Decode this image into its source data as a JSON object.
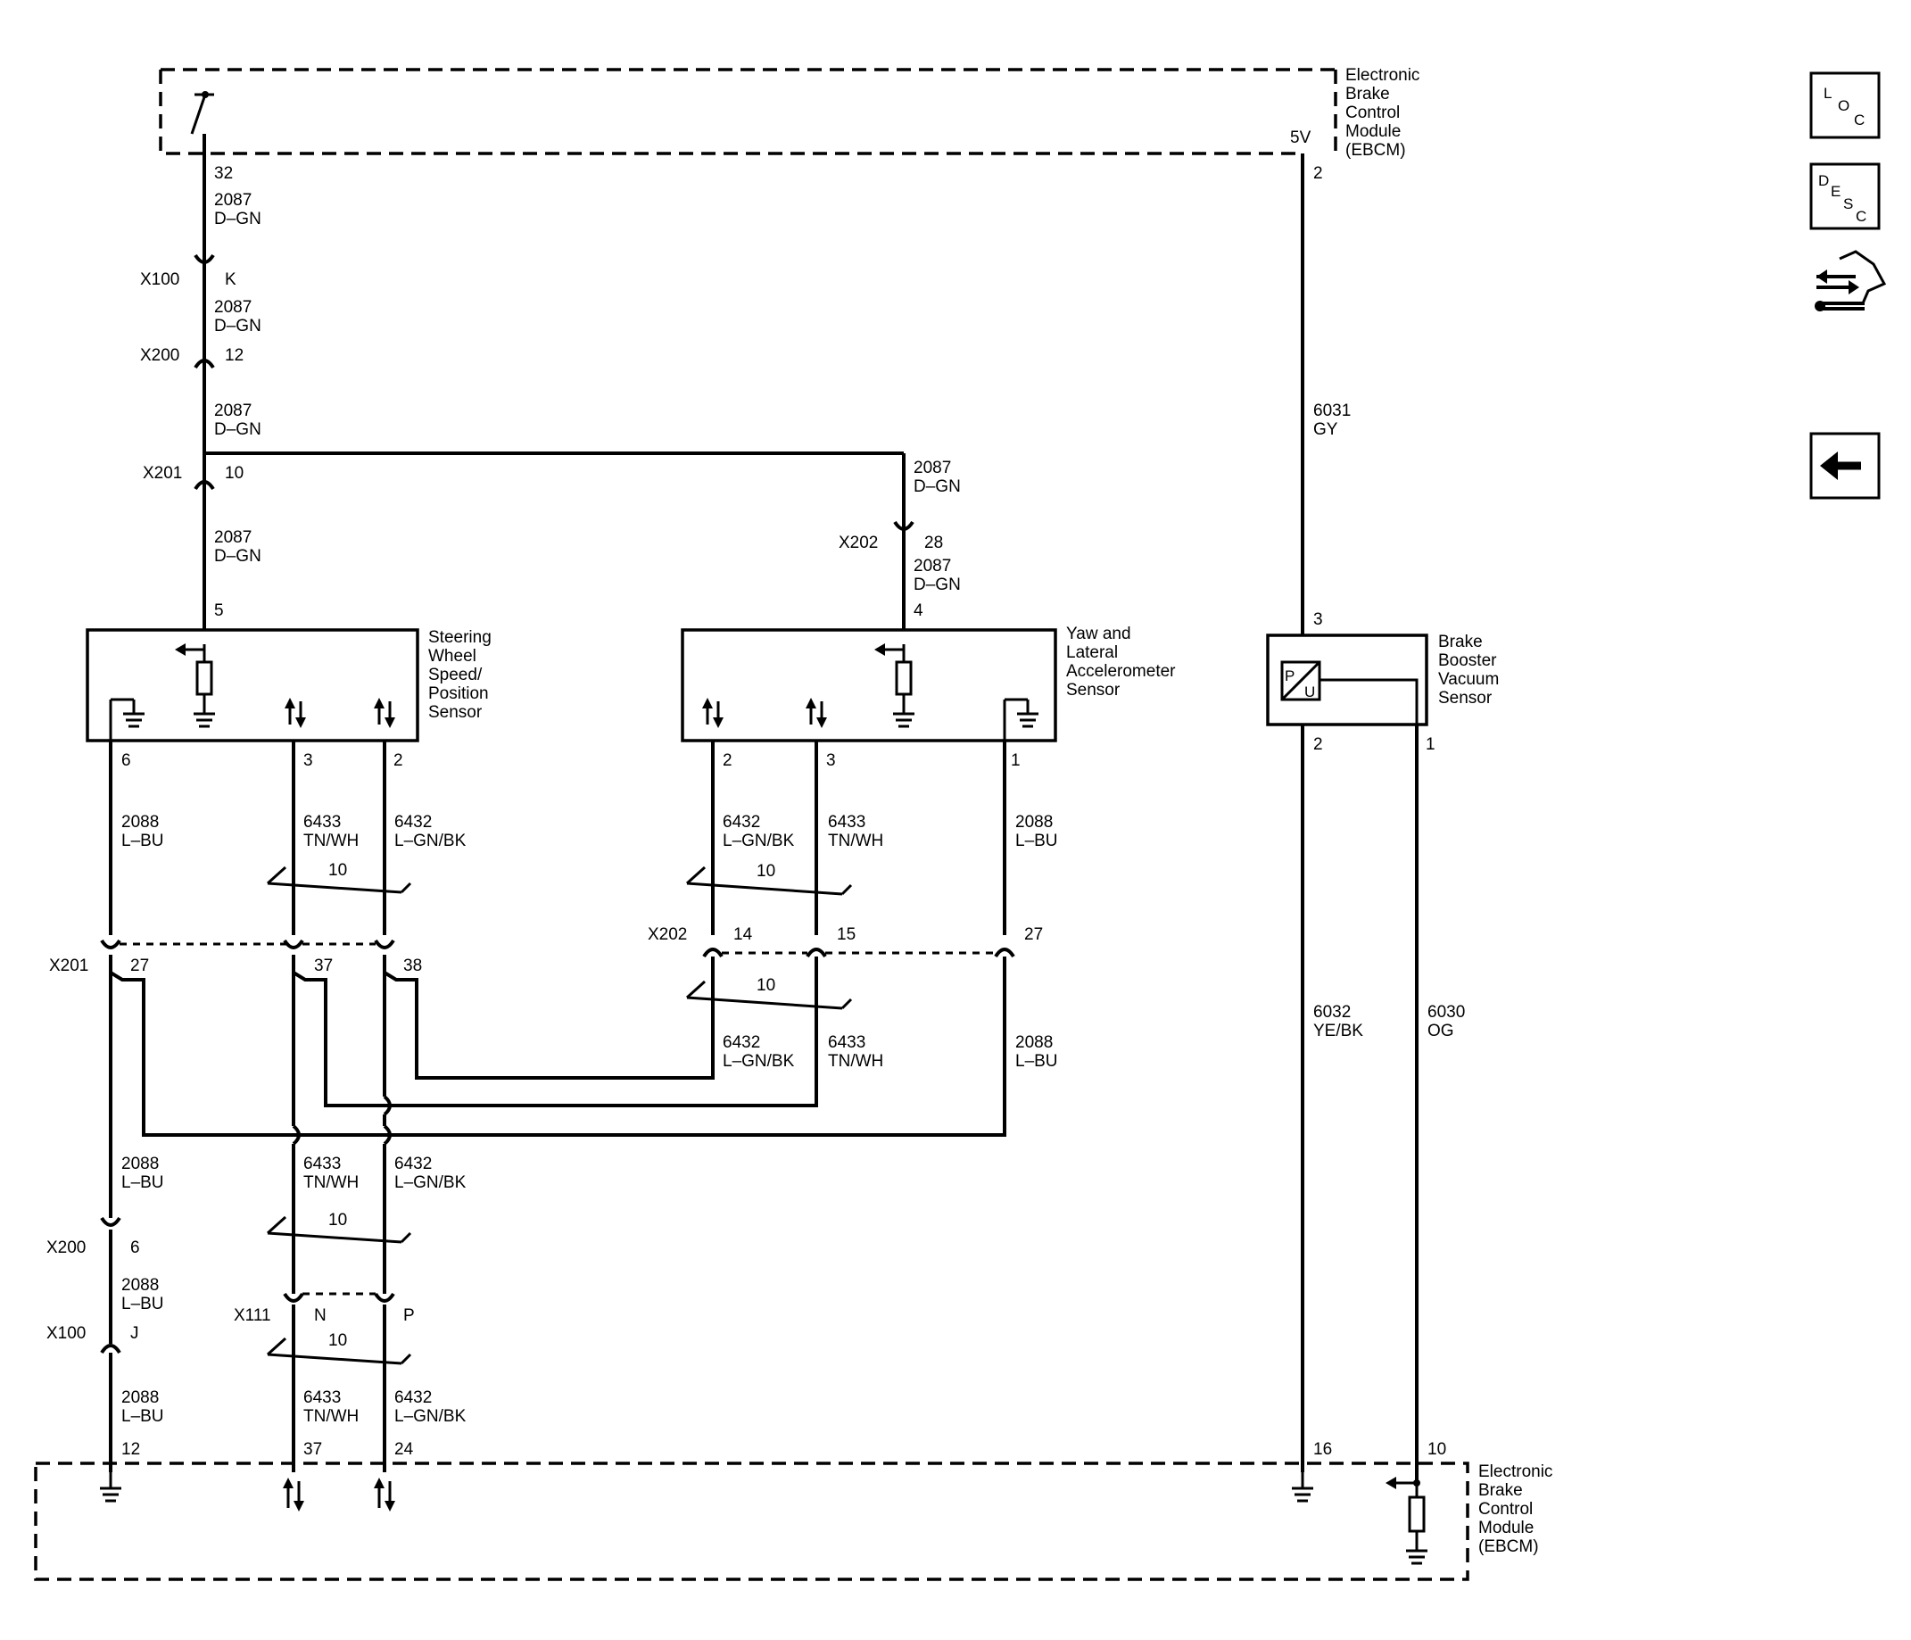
{
  "modules": {
    "ebcm_top": [
      "Electronic",
      "Brake",
      "Control",
      "Module",
      "(EBCM)"
    ],
    "ebcm_bottom": [
      "Electronic",
      "Brake",
      "Control",
      "Module",
      "(EBCM)"
    ],
    "steering": [
      "Steering",
      "Wheel",
      "Speed/",
      "Position",
      "Sensor"
    ],
    "yaw": [
      "Yaw and",
      "Lateral",
      "Accelerometer",
      "Sensor"
    ],
    "booster": [
      "Brake",
      "Booster",
      "Vacuum",
      "Sensor"
    ]
  },
  "voltage": "5V",
  "pins": {
    "ebcm_switch": "32",
    "ebcm_5v": "2",
    "sws_feed": "5",
    "sws_ground": "6",
    "sws_sig3": "3",
    "sws_sig2": "2",
    "yaw_feed": "4",
    "yaw_sig2": "2",
    "yaw_sig3": "3",
    "yaw_ground": "1",
    "bbvs_3": "3",
    "bbvs_2": "2",
    "bbvs_1": "1",
    "ebcm_12": "12",
    "ebcm_37": "37",
    "ebcm_24": "24",
    "ebcm_16": "16",
    "ebcm_10": "10"
  },
  "connectors": {
    "x100": "X100",
    "x200": "X200",
    "x201": "X201",
    "x202": "X202",
    "x111": "X111",
    "x100_k": "K",
    "x200_12": "12",
    "x201_10": "10",
    "x202_28": "28",
    "x201_27": "27",
    "x201_37": "37",
    "x201_38": "38",
    "x202_14": "14",
    "x202_15": "15",
    "x202_27": "27",
    "x200_6": "6",
    "x100_j": "J",
    "x111_n": "N",
    "x111_p": "P"
  },
  "wires": {
    "c2087": "2087",
    "dgn": "D–GN",
    "c2088": "2088",
    "lbu": "L–BU",
    "c6433": "6433",
    "tnwh": "TN/WH",
    "c6432": "6432",
    "lgnbk": "L–GN/BK",
    "c6031": "6031",
    "gy": "GY",
    "c6032": "6032",
    "yebk": "YE/BK",
    "c6030": "6030",
    "og": "OG"
  },
  "twist": "10",
  "sensor_symbol": {
    "p": "P",
    "u": "U"
  },
  "nav_icons": {
    "loc": {
      "l": "L",
      "o": "O",
      "c": "C"
    },
    "desc": {
      "d": "D",
      "e": "E",
      "s": "S",
      "c": "C"
    }
  }
}
